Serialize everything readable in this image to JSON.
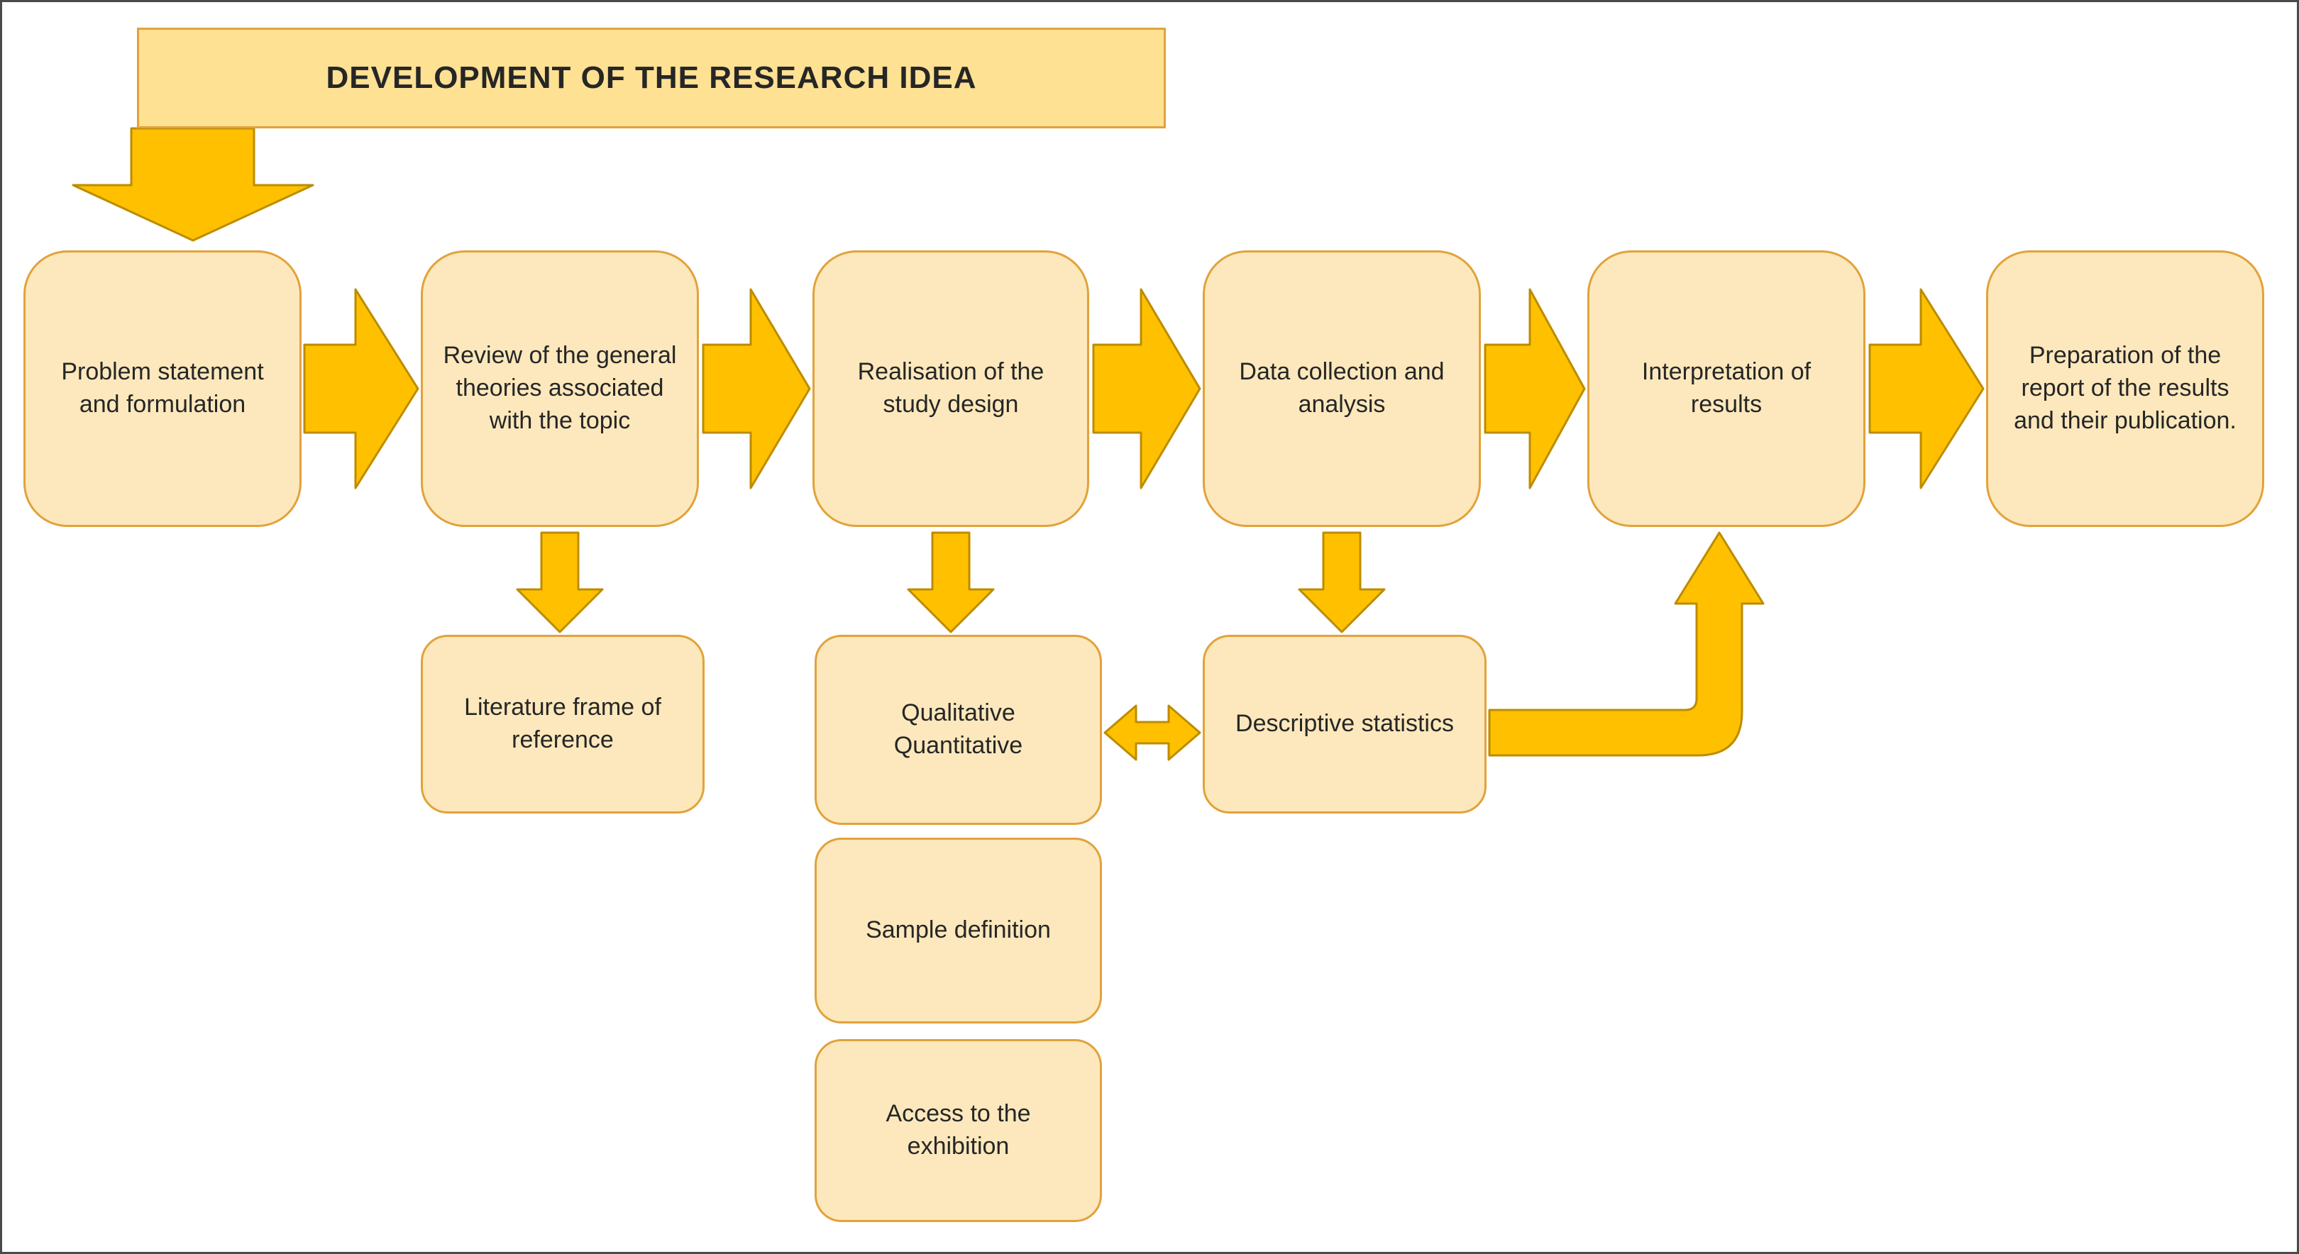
{
  "diagram": {
    "title": "DEVELOPMENT  OF THE RESEARCH IDEA",
    "colors": {
      "box_fill": "#FCE8BC",
      "box_border": "#E2A23B",
      "title_fill": "#FFE193",
      "arrow_fill": "#FFC000",
      "arrow_border": "#BC8C00",
      "text": "#262626"
    },
    "main_flow": [
      {
        "label": "Problem statement and formulation"
      },
      {
        "label": "Review of the general theories associated with the topic"
      },
      {
        "label": "Realisation of the study design"
      },
      {
        "label": "Data collection and analysis"
      },
      {
        "label": "Interpretation of results"
      },
      {
        "label": "Preparation of the report of the results and their publication."
      }
    ],
    "sub_boxes": [
      {
        "label": "Literature frame of reference"
      },
      {
        "label": "Qualitative\nQuantitative"
      },
      {
        "label": "Descriptive statistics"
      },
      {
        "label": "Sample definition"
      },
      {
        "label": "Access to the exhibition"
      }
    ]
  }
}
